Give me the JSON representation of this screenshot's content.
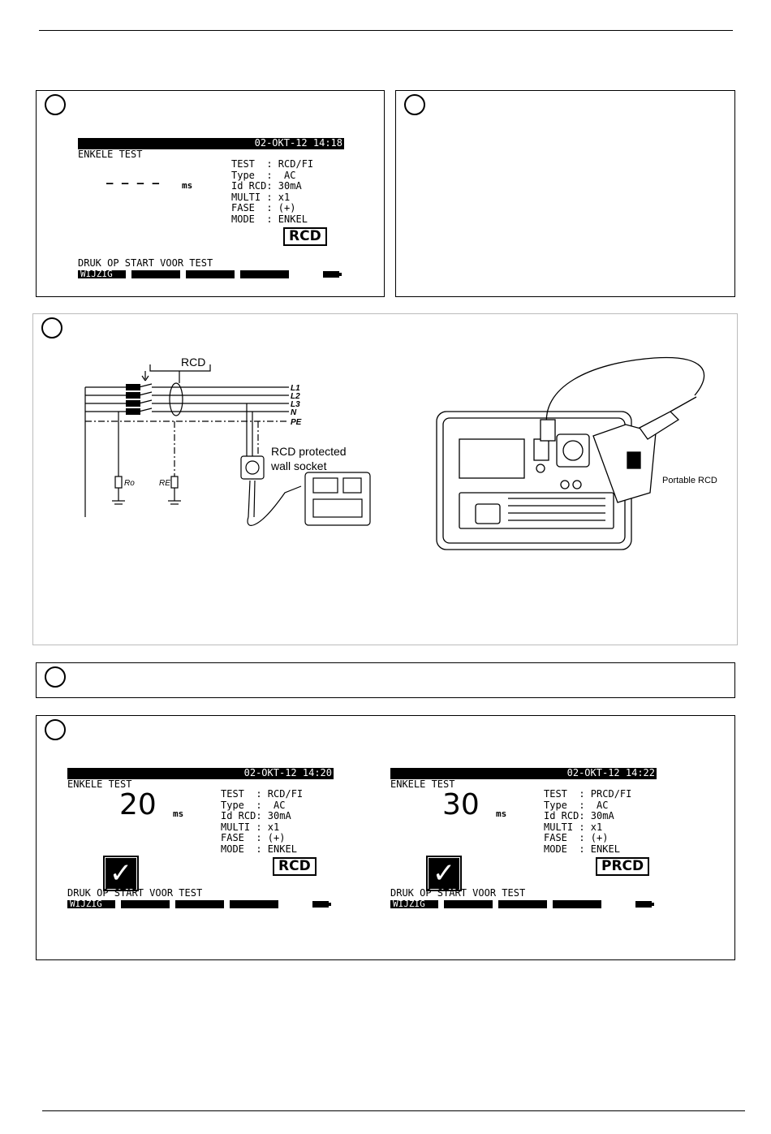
{
  "screen1": {
    "title": "RCD TEST",
    "datetime": "02-OKT-12 14:18",
    "subtitle": "ENKELE TEST",
    "result": "— — — —",
    "unit": "ms",
    "params": [
      "TEST  : RCD/FI",
      "Type  :  AC",
      "Id RCD: 30mA",
      "MULTI : x1",
      "FASE  : (+)",
      "MODE  : ENKEL"
    ],
    "mode_badge": "RCD",
    "prompt": "DRUK OP START VOOR TEST",
    "softkey": "WIJZIG"
  },
  "diagram": {
    "rcd_label": "RCD",
    "lines": [
      "L1",
      "L2",
      "L3",
      "N",
      "PE"
    ],
    "ro_label": "Ro",
    "re_label": "RE",
    "socket_label_1": "RCD protected",
    "socket_label_2": "wall socket",
    "portable_label": "Portable RCD"
  },
  "screen2": {
    "title": "RCD TEST",
    "datetime": "02-OKT-12 14:20",
    "subtitle": "ENKELE TEST",
    "result": "20",
    "unit": "ms",
    "params": [
      "TEST  : RCD/FI",
      "Type  :  AC",
      "Id RCD: 30mA",
      "MULTI : x1",
      "FASE  : (+)",
      "MODE  : ENKEL"
    ],
    "mode_badge": "RCD",
    "prompt": "DRUK OP START VOOR TEST",
    "softkey": "WIJZIG",
    "check": "✓"
  },
  "screen3": {
    "title": "RCD TEST",
    "datetime": "02-OKT-12 14:22",
    "subtitle": "ENKELE TEST",
    "result": "30",
    "unit": "ms",
    "params": [
      "TEST  : PRCD/FI",
      "Type  :  AC",
      "Id RCD: 30mA",
      "MULTI : x1",
      "FASE  : (+)",
      "MODE  : ENKEL"
    ],
    "mode_badge": "PRCD",
    "prompt": "DRUK OP START VOOR TEST",
    "softkey": "WIJZIG",
    "check": "✓"
  }
}
